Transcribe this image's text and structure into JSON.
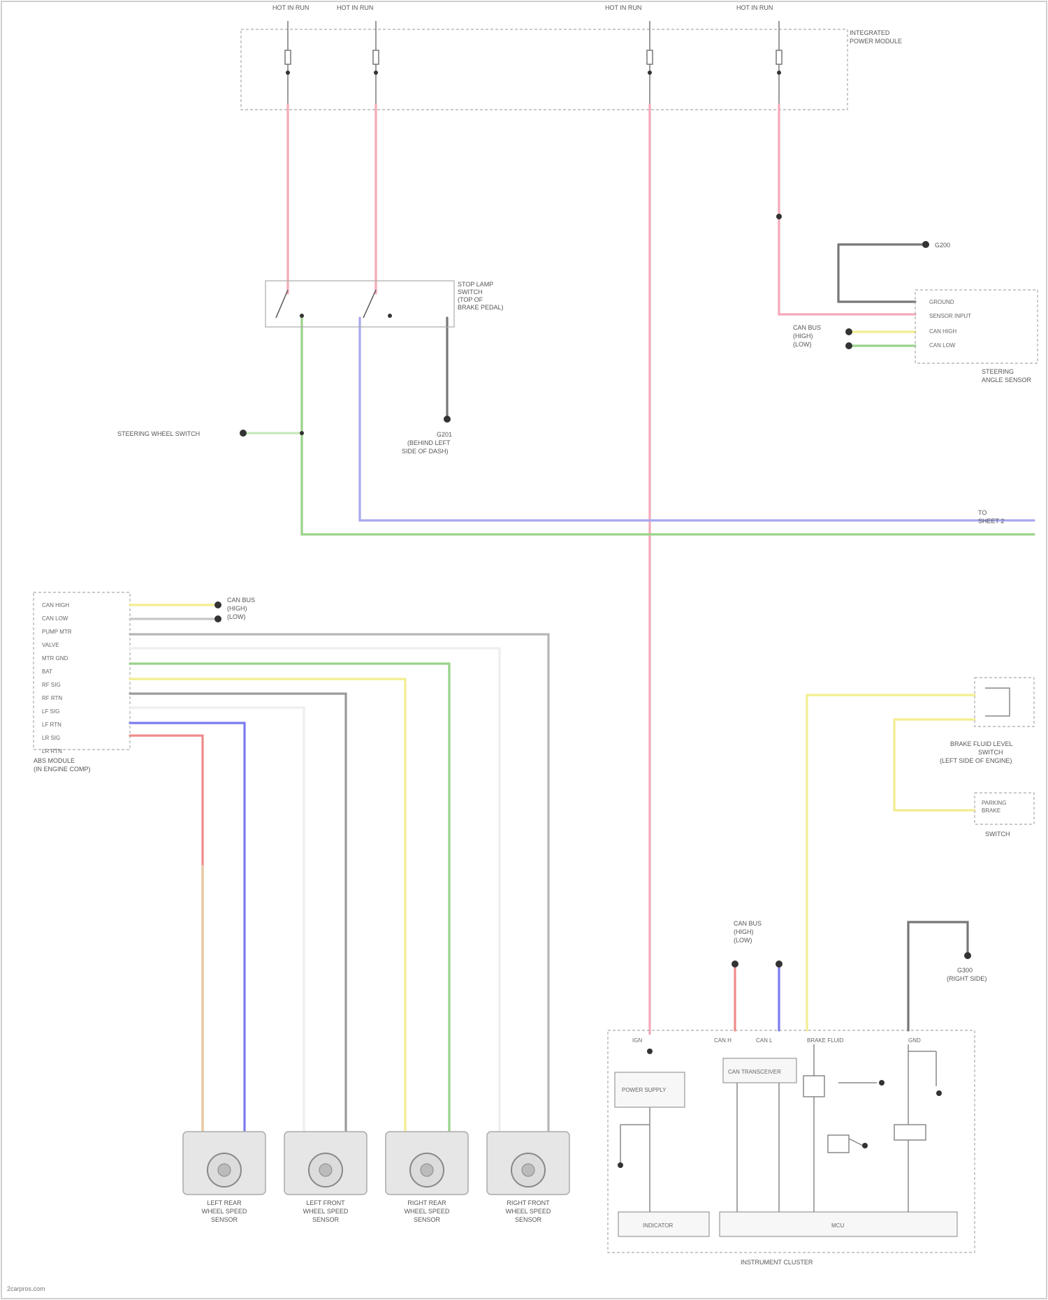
{
  "diagram": {
    "watermark": "2carpros.com",
    "top_fuses": [
      {
        "header": "HOT IN RUN",
        "sub": ""
      },
      {
        "header": "HOT IN RUN",
        "sub": ""
      },
      {
        "header": "HOT IN RUN",
        "sub": ""
      },
      {
        "header": "HOT IN RUN",
        "sub": ""
      }
    ],
    "interior_fuse_box": {
      "line1": "INTEGRATED",
      "line2": "POWER MODULE"
    },
    "brake_switch": {
      "line1": "STOP LAMP",
      "line2": "SWITCH",
      "line3": "(TOP OF",
      "line4": "BRAKE PEDAL)"
    },
    "ground_brake": {
      "line1": "G201",
      "line2": "(BEHIND LEFT",
      "line3": "SIDE OF DASH)"
    },
    "steering_sensor": {
      "pin1": "GROUND",
      "pin2": "SENSOR INPUT",
      "pin3": "CAN HIGH",
      "pin4": "CAN LOW",
      "name1": "STEERING",
      "name2": "ANGLE SENSOR"
    },
    "ground_steering": {
      "line1": "G200"
    },
    "can_bus_left": {
      "line1": "CAN BUS",
      "line2": "(HIGH)",
      "line3": "(LOW)"
    },
    "can_bus_steering": {
      "line1": "CAN BUS",
      "line2": "(HIGH)",
      "line3": "(LOW)"
    },
    "steering_wheel_switch": "STEERING WHEEL SWITCH",
    "connector_right": {
      "line1": "TO",
      "line2": "SHEET 2"
    },
    "abs_module": {
      "pins": [
        "CAN HIGH",
        "CAN LOW",
        "PUMP MTR",
        "VALVE",
        "MTR GND",
        "BAT",
        "RF SIG",
        "RF RTN",
        "LF SIG",
        "LF RTN",
        "LR SIG",
        "LR RTN"
      ],
      "name1": "ABS MODULE",
      "name2": "(IN ENGINE COMP)"
    },
    "can_bus_abs": {
      "line1": "CAN BUS",
      "line2": "(HIGH)",
      "line3": "(LOW)"
    },
    "wheel_sensors": [
      {
        "line1": "LEFT REAR",
        "line2": "WHEEL SPEED",
        "line3": "SENSOR"
      },
      {
        "line1": "LEFT FRONT",
        "line2": "WHEEL SPEED",
        "line3": "SENSOR"
      },
      {
        "line1": "RIGHT REAR",
        "line2": "WHEEL SPEED",
        "line3": "SENSOR"
      },
      {
        "line1": "RIGHT FRONT",
        "line2": "WHEEL SPEED",
        "line3": "SENSOR"
      }
    ],
    "cluster": {
      "name": "INSTRUMENT CLUSTER",
      "pin_labels": [
        "IGN",
        "CAN H",
        "CAN L",
        "BRAKE FLUID",
        "GND"
      ],
      "power_box": "POWER SUPPLY",
      "can_box": "CAN TRANSCEIVER",
      "bottom_left": "INDICATOR",
      "bottom_right": "MCU"
    },
    "can_bus_cluster": {
      "line1": "CAN BUS",
      "line2": "(HIGH)",
      "line3": "(LOW)"
    },
    "ground_cluster": {
      "line1": "G300",
      "line2": "(RIGHT SIDE)"
    },
    "brake_fluid_switch": {
      "line1": "BRAKE FLUID LEVEL",
      "line2": "SWITCH",
      "line3": "(LEFT SIDE OF ENGINE)"
    },
    "parking_brake_switch": {
      "line1": "PARKING",
      "line2": "BRAKE",
      "line3": "SWITCH"
    }
  }
}
